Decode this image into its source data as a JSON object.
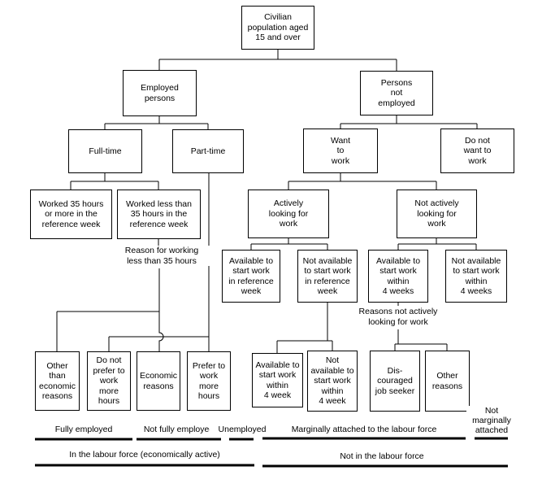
{
  "colors": {
    "line": "#000000",
    "background": "#ffffff",
    "text": "#000000"
  },
  "nodes": [
    {
      "id": "civilian-population",
      "label": "Civilian\npopulation aged\n15 and over"
    },
    {
      "id": "employed-persons",
      "label": "Employed\npersons"
    },
    {
      "id": "persons-not-employed",
      "label": "Persons\nnot\nemployed"
    },
    {
      "id": "full-time",
      "label": "Full-time"
    },
    {
      "id": "part-time",
      "label": "Part-time"
    },
    {
      "id": "want-to-work",
      "label": "Want\nto\nwork"
    },
    {
      "id": "do-not-want-to-work",
      "label": "Do not\nwant to\nwork"
    },
    {
      "id": "worked-35-or-more",
      "label": "Worked 35 hours\nor more in the\nreference week"
    },
    {
      "id": "worked-less-than-35",
      "label": "Worked less than\n35 hours in the\nreference week"
    },
    {
      "id": "actively-looking",
      "label": "Actively\nlooking for\nwork"
    },
    {
      "id": "not-actively-looking",
      "label": "Not actively\nlooking for\nwork"
    },
    {
      "id": "available-reference-week",
      "label": "Available to\nstart work\nin reference\nweek"
    },
    {
      "id": "not-available-reference-week",
      "label": "Not available\nto start work\nin reference\nweek"
    },
    {
      "id": "available-4-weeks",
      "label": "Available to\nstart work\nwithin\n4 weeks"
    },
    {
      "id": "not-available-4-weeks",
      "label": "Not available\nto start work\nwithin\n4 weeks"
    },
    {
      "id": "other-than-economic",
      "label": "Other\nthan\neconomic\nreasons"
    },
    {
      "id": "do-not-prefer-more-hours",
      "label": "Do not\nprefer to\nwork\nmore\nhours"
    },
    {
      "id": "economic-reasons",
      "label": "Economic\nreasons"
    },
    {
      "id": "prefer-more-hours",
      "label": "Prefer to\nwork\nmore\nhours"
    },
    {
      "id": "available-4-week",
      "label": "Available to\nstart work\nwithin\n4 week"
    },
    {
      "id": "not-available-4-week",
      "label": "Not\navailable to\nstart work\nwithin\n4 week"
    },
    {
      "id": "discouraged-job-seeker",
      "label": "Dis-\ncouraged\njob seeker"
    },
    {
      "id": "other-reasons",
      "label": "Other\nreasons"
    }
  ],
  "annotations": {
    "reason_working": "Reason for working\nless than 35 hours",
    "reasons_not_looking": "Reasons not actively\nlooking for work"
  },
  "footer": {
    "fully_employed": "Fully employed",
    "not_fully_employed": "Not fully employed",
    "unemployed": "Unemployed",
    "marginally_attached": "Marginally attached to the labour force",
    "not_marginally_attached": "Not\nmarginally\nattached",
    "in_labour_force": "In the labour force (economically active)",
    "not_in_labour_force": "Not in the labour force"
  }
}
